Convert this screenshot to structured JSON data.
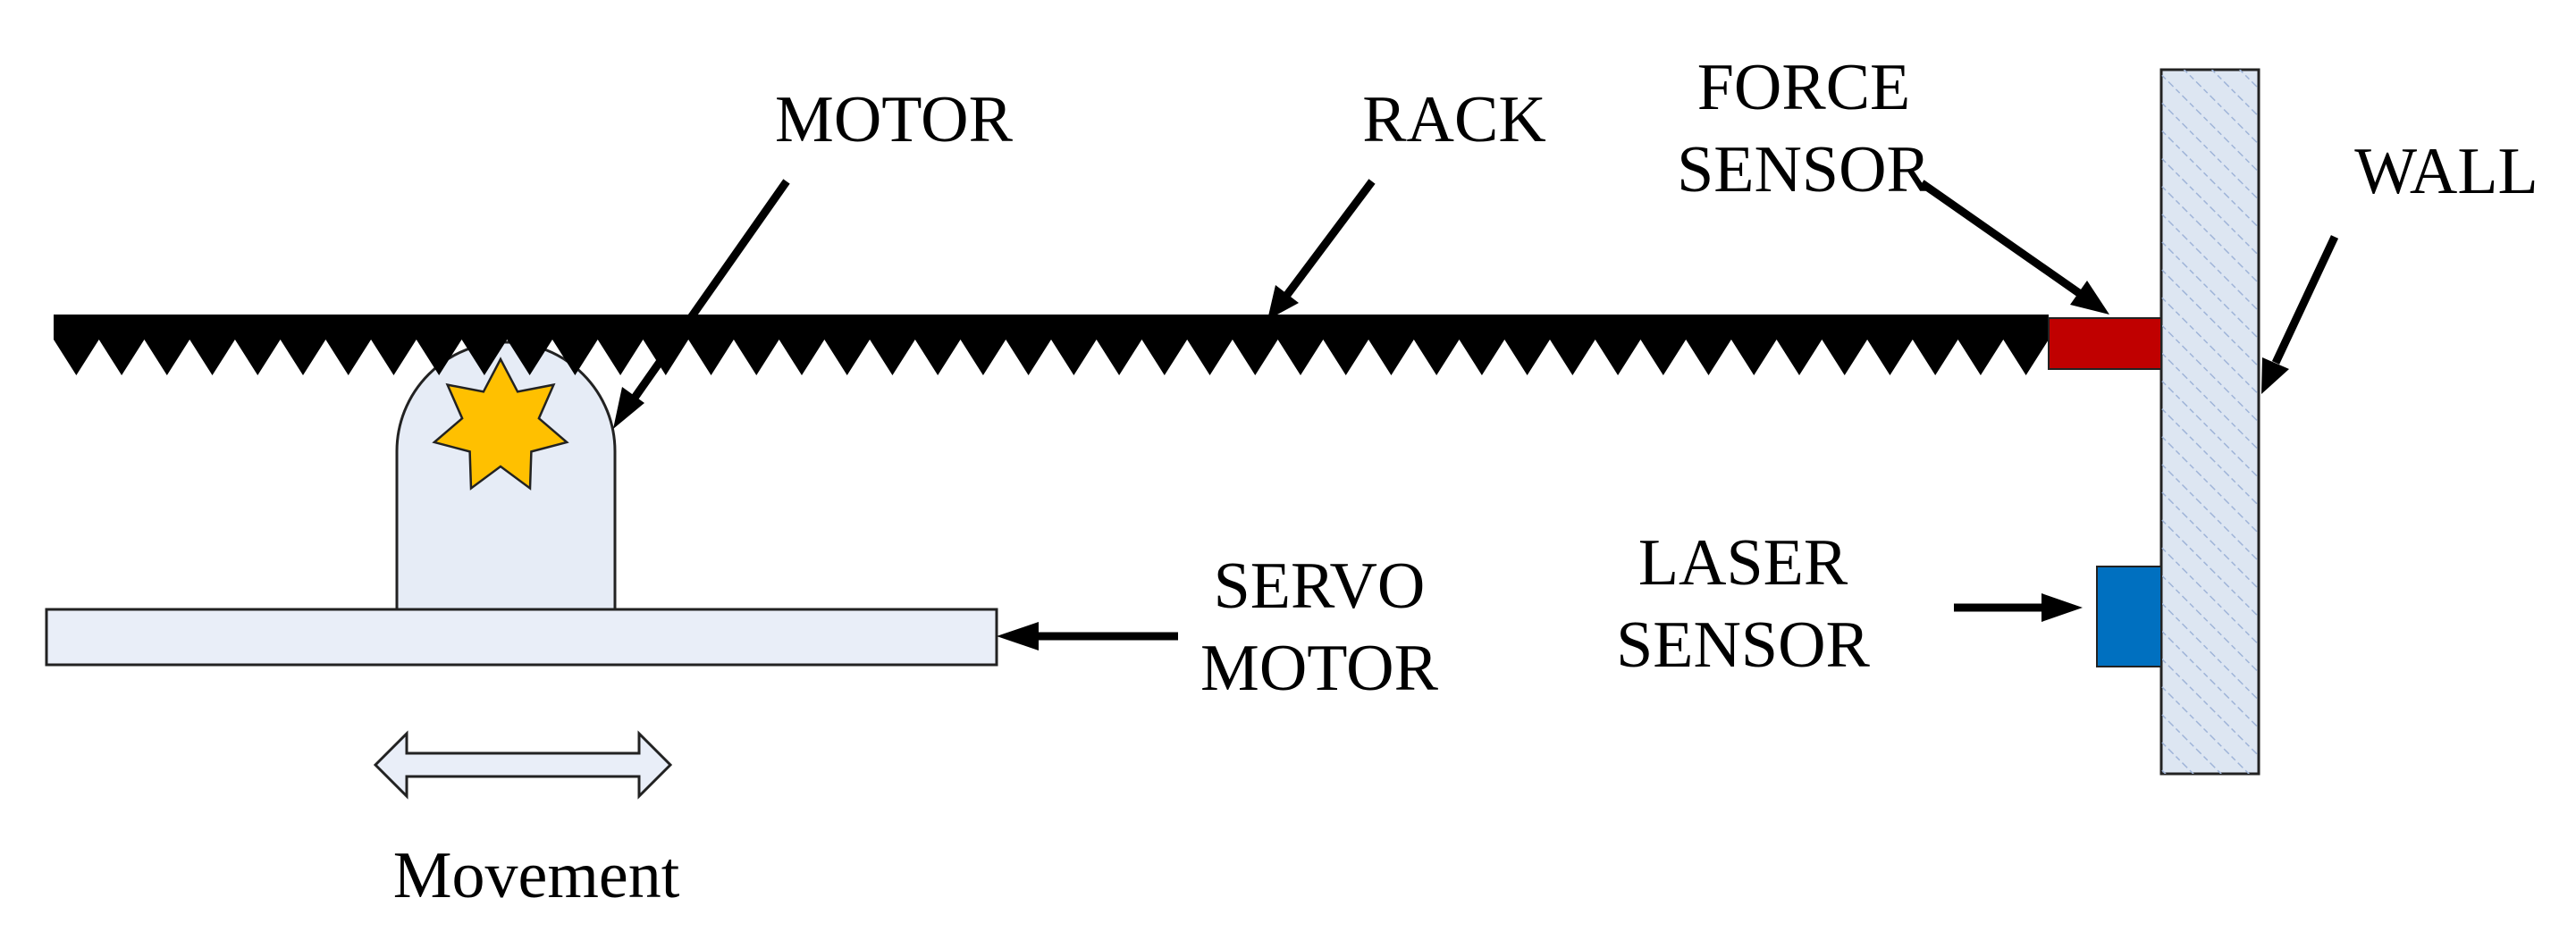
{
  "labels": {
    "motor": "MOTOR",
    "rack": "RACK",
    "force_sensor_line1": "FORCE",
    "force_sensor_line2": "SENSOR",
    "wall": "WALL",
    "servo_motor_line1": "SERVO",
    "servo_motor_line2": "MOTOR",
    "laser_sensor_line1": "LASER",
    "laser_sensor_line2": "SENSOR",
    "movement": "Movement"
  },
  "colors": {
    "rack": "#000000",
    "force_sensor": "#c00000",
    "laser_sensor": "#0070c0",
    "wall_fill": "#dde6f2",
    "wall_hatch": "#9fb4d8",
    "motor_body": "#e6ecf6",
    "gear": "#ffc000",
    "servo_base": "#e9eef8",
    "movement_arrow": "#e9eef8"
  },
  "icons": {
    "gear": "gear-star-icon",
    "movement": "double-arrow-icon"
  }
}
